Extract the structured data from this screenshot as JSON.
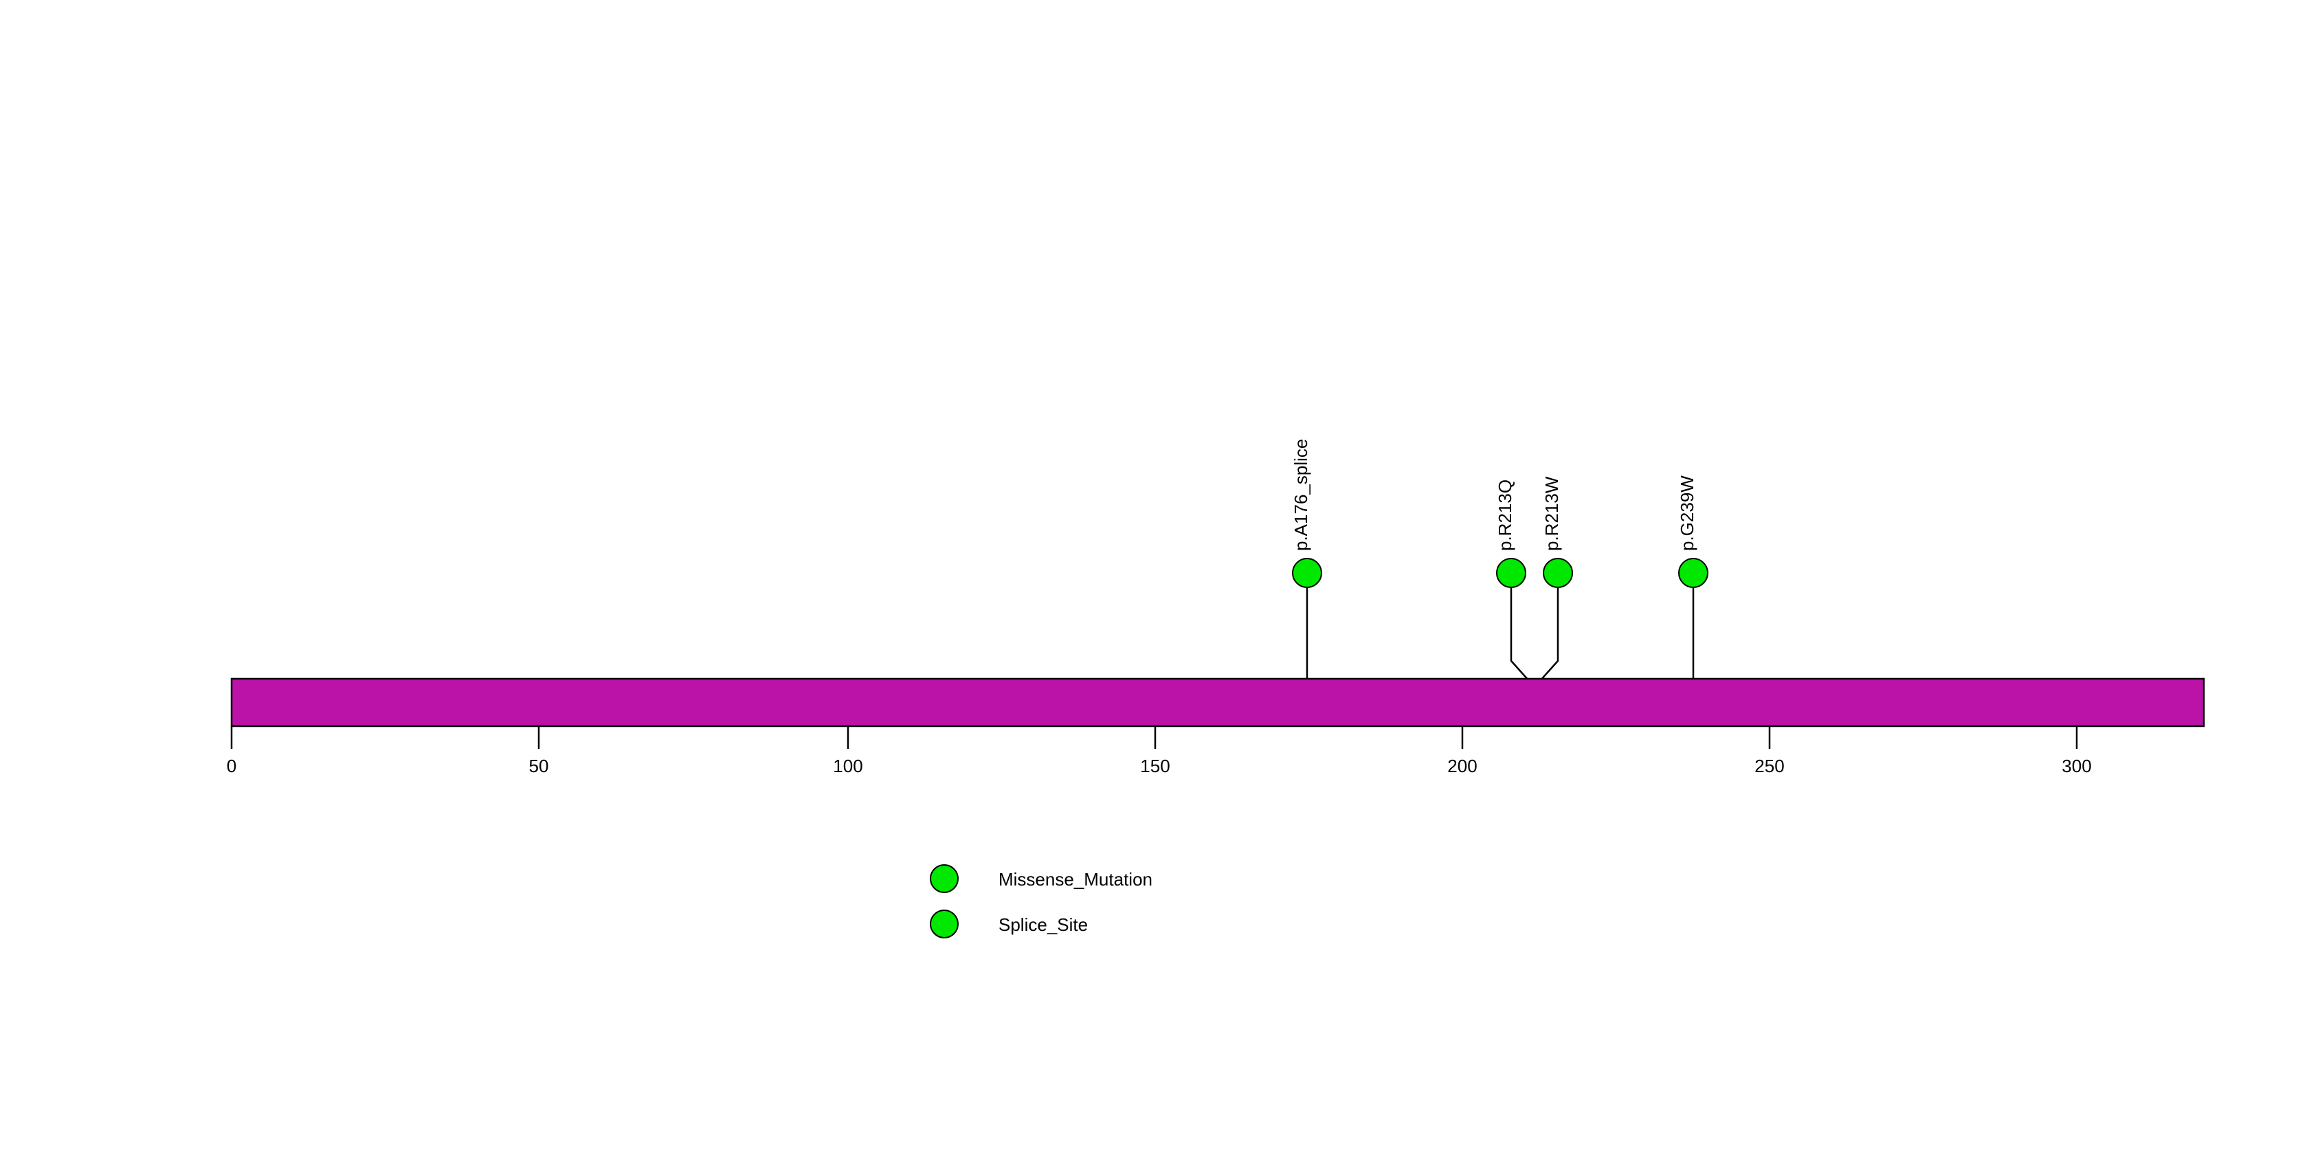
{
  "chart_data": {
    "type": "scatter",
    "title": "",
    "subtitle": "",
    "xlabel": "",
    "ylabel": "",
    "xlim": [
      0,
      321
    ],
    "grid": false,
    "legend_position": "bottom-left",
    "protein": {
      "length_aa": 321,
      "bar_color": "#BB13A8",
      "bar_outline_color": "#000000",
      "domains": []
    },
    "axis": {
      "ticks": [
        0,
        50,
        100,
        150,
        200,
        250,
        300
      ],
      "tick_labels": [
        "0",
        "50",
        "100",
        "150",
        "200",
        "250",
        "300"
      ],
      "tick_color": "#000000"
    },
    "mutations": [
      {
        "label": "p.A176_splice",
        "position": 175,
        "count": 1,
        "type": "Splice_Site",
        "color": "#00E800",
        "stem_branch": false
      },
      {
        "label": "p.R213Q",
        "position": 213,
        "marker_position": 208,
        "count": 1,
        "type": "Missense_Mutation",
        "color": "#00E800",
        "stem_branch": true
      },
      {
        "label": "p.R213W",
        "position": 213,
        "marker_position": 216,
        "count": 1,
        "type": "Missense_Mutation",
        "color": "#00E800",
        "stem_branch": true
      },
      {
        "label": "p.G239W",
        "position": 238,
        "count": 1,
        "type": "Missense_Mutation",
        "color": "#00E800",
        "stem_branch": false
      }
    ],
    "legend": {
      "entries": [
        {
          "label": "Missense_Mutation",
          "color": "#00E800",
          "marker": "circle"
        },
        {
          "label": "Splice_Site",
          "color": "#00E800",
          "marker": "circle"
        }
      ]
    }
  }
}
